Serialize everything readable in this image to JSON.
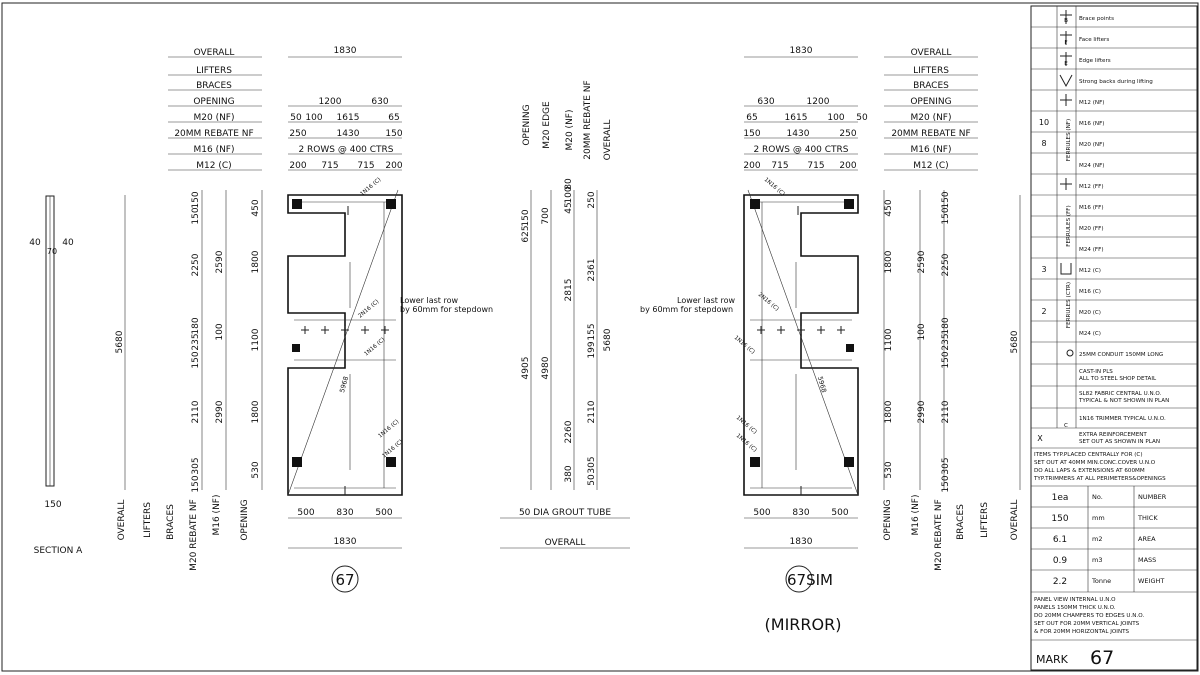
{
  "drawing": {
    "overall_width": "1830",
    "overall_width_label": "OVERALL",
    "label_rows": [
      "OVERALL",
      "LIFTERS",
      "BRACES",
      "OPENING",
      "M20 (NF)",
      "20MM REBATE NF",
      "M16 (NF)",
      "M12 (C)"
    ],
    "left_dims": {
      "opening": [
        "1200",
        "630"
      ],
      "m20nf": [
        "50",
        "100",
        "1615",
        "65"
      ],
      "rebate": [
        "250",
        "1430",
        "150"
      ],
      "m16nf": "2 ROWS @ 400 CTRS",
      "m12c": [
        "200",
        "715",
        "715",
        "200"
      ]
    },
    "right_dims": {
      "opening": [
        "630",
        "1200"
      ],
      "m20nf": [
        "65",
        "1615",
        "100",
        "50"
      ],
      "rebate": [
        "150",
        "1430",
        "250"
      ],
      "m16nf": "2 ROWS @ 400 CTRS",
      "m12c": [
        "200",
        "715",
        "715",
        "200"
      ]
    },
    "bottom_dims": [
      "500",
      "830",
      "500"
    ],
    "vertical_labels_left": [
      "OVERALL",
      "LIFTERS",
      "BRACES",
      "M20 REBATE NF",
      "M16 (NF)",
      "OPENING"
    ],
    "vertical_labels_right": [
      "OPENING",
      "M16 (NF)",
      "M20 REBATE NF",
      "BRACES",
      "LIFTERS",
      "OVERALL"
    ],
    "vert_overall": "5680",
    "vert_braces": [
      "150",
      "150",
      "2250",
      "180",
      "235",
      "150",
      "2110",
      "305",
      "150"
    ],
    "vert_m16": [
      "2590",
      "100",
      "2990"
    ],
    "vert_opening": [
      "450",
      "1800",
      "1100",
      "1800",
      "530"
    ],
    "centre_labels": [
      "OPENING",
      "M20 EDGE",
      "M20 (NF)",
      "20MM REBATE NF",
      "OVERALL"
    ],
    "centre_opening": [
      "150",
      "625",
      "4905"
    ],
    "centre_edge": [
      "700",
      "4980"
    ],
    "centre_m20": [
      "45",
      "100",
      "80",
      "2815",
      "2260",
      "380"
    ],
    "centre_rebate": [
      "250",
      "2361",
      "155",
      "199",
      "2110",
      "305",
      "50"
    ],
    "centre_overall": "5680",
    "grout_tube": "50 DIA GROUT TUBE",
    "centre_overall_label": "OVERALL",
    "note_stepdown": [
      "Lower last row",
      "by 60mm for stepdown"
    ],
    "diagonal": "5968",
    "bar_tags": [
      "1N16 (C)",
      "2N16 (C)",
      "1N16 (C)",
      "1N16 (C)",
      "1N16 (C)",
      "1N16 (C)"
    ],
    "mark_left": "67",
    "mark_right": "67SIM",
    "mirror": "(MIRROR)",
    "section": {
      "title": "SECTION A",
      "dim_left": "40",
      "dim_right": "40",
      "dim_mid": "70",
      "dim_bottom": "150"
    }
  },
  "legend": {
    "rows": [
      {
        "qty": "",
        "label": "Brace points",
        "sym": "B"
      },
      {
        "qty": "",
        "label": "Face lifters",
        "sym": "F"
      },
      {
        "qty": "",
        "label": "Edge lifters",
        "sym": "E"
      },
      {
        "qty": "",
        "label": "Strong backs during lifting",
        "sym": ""
      },
      {
        "qty": "",
        "label": "M12 (NF)",
        "sym": "nf"
      },
      {
        "qty": "10",
        "label": "M16 (NF)",
        "sym": ""
      },
      {
        "qty": "8",
        "label": "M20 (NF)",
        "sym": ""
      },
      {
        "qty": "",
        "label": "M24 (NF)",
        "sym": ""
      },
      {
        "qty": "",
        "label": "M12 (FF)",
        "sym": "ff"
      },
      {
        "qty": "",
        "label": "M16 (FF)",
        "sym": ""
      },
      {
        "qty": "",
        "label": "M20 (FF)",
        "sym": ""
      },
      {
        "qty": "",
        "label": "M24 (FF)",
        "sym": ""
      },
      {
        "qty": "3",
        "label": "M12 (C)",
        "sym": "c"
      },
      {
        "qty": "",
        "label": "M16 (C)",
        "sym": ""
      },
      {
        "qty": "2",
        "label": "M20 (C)",
        "sym": ""
      },
      {
        "qty": "",
        "label": "M24 (C)",
        "sym": ""
      }
    ],
    "group_nf": "FERRULES (NF)",
    "group_ff": "FERRULES (FF)",
    "group_c": "FERRULES (CTR)",
    "conduit": "25MM CONDUIT 150MM LONG",
    "cast_in": [
      "CAST-IN PLS",
      "ALL TO STEEL SHOP DETAIL"
    ],
    "fabric": [
      "SL82 FABRIC CENTRAL U.N.O.",
      "TYPICAL & NOT SHOWN IN PLAN"
    ],
    "trimmer": "1N16 TRIMMER TYPICAL U.N.O.",
    "extra": [
      "EXTRA REINFORCEMENT",
      "SET OUT AS SHOWN IN PLAN"
    ],
    "extra_sym": "X",
    "c_sym": "C",
    "notes": [
      "ITEMS TYP.PLACED CENTRALLY FOR (C)",
      "SET OUT AT 40MM MIN.CONC.COVER U.N.O",
      "DO ALL LAPS & EXTENSIONS AT 600MM",
      "TYP.TRIMMERS AT ALL PERIMETERS&OPENINGS"
    ],
    "props": [
      {
        "value": "1ea",
        "unit": "No.",
        "name": "NUMBER"
      },
      {
        "value": "150",
        "unit": "mm",
        "name": "THICK"
      },
      {
        "value": "6.1",
        "unit": "m2",
        "name": "AREA"
      },
      {
        "value": "0.9",
        "unit": "m3",
        "name": "MASS"
      },
      {
        "value": "2.2",
        "unit": "Tonne",
        "name": "WEIGHT"
      }
    ],
    "panel_notes": [
      "PANEL VIEW INTERNAL U.N.O",
      "PANELS 150MM THICK U.N.O.",
      "DO 20MM CHAMFERS TO EDGES U.N.O.",
      "SET OUT FOR 20MM VERTICAL JOINTS",
      "& FOR 20MM HORIZONTAL JOINTS"
    ],
    "mark_label": "MARK",
    "mark_value": "67"
  }
}
